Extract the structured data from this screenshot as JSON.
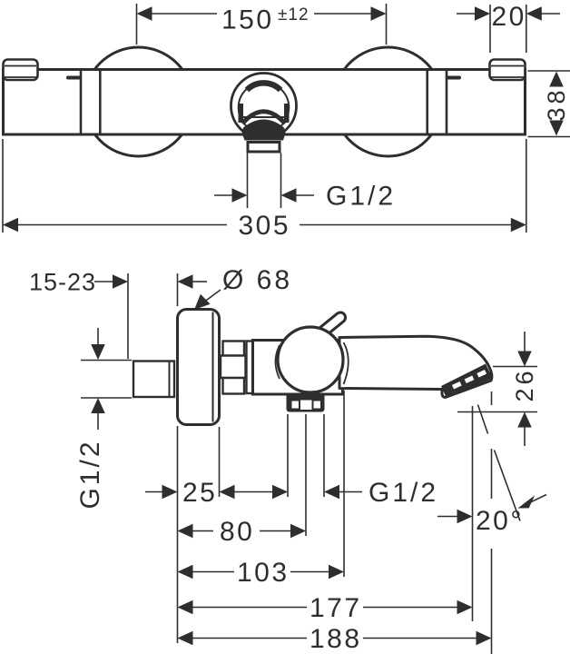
{
  "document": {
    "kind": "technical-dimension-drawing",
    "background_color": "#ffffff",
    "line_color": "#2e2e2e"
  },
  "front_view": {
    "dim_connection_spacing": {
      "value": "150",
      "tolerance": "±12"
    },
    "dim_fitting_width": "20",
    "dim_body_height": "38",
    "label_outlet_thread": "G1/2",
    "dim_overall_width": "305"
  },
  "side_view": {
    "dim_wall_distance_range": "15-23",
    "label_escutcheon_diameter": "Ø 68",
    "label_inlet_thread": "G1/2",
    "dim_escutcheon_depth": "25",
    "label_bottom_outlet_thread": "G1/2",
    "dim_wall_to_outlet_center": "80",
    "dim_wall_to_handle_front": "103",
    "dim_wall_to_spout_tip": "177",
    "dim_overall_depth": "188",
    "dim_spout_end_height": "26",
    "dim_spout_angle": "20°"
  }
}
